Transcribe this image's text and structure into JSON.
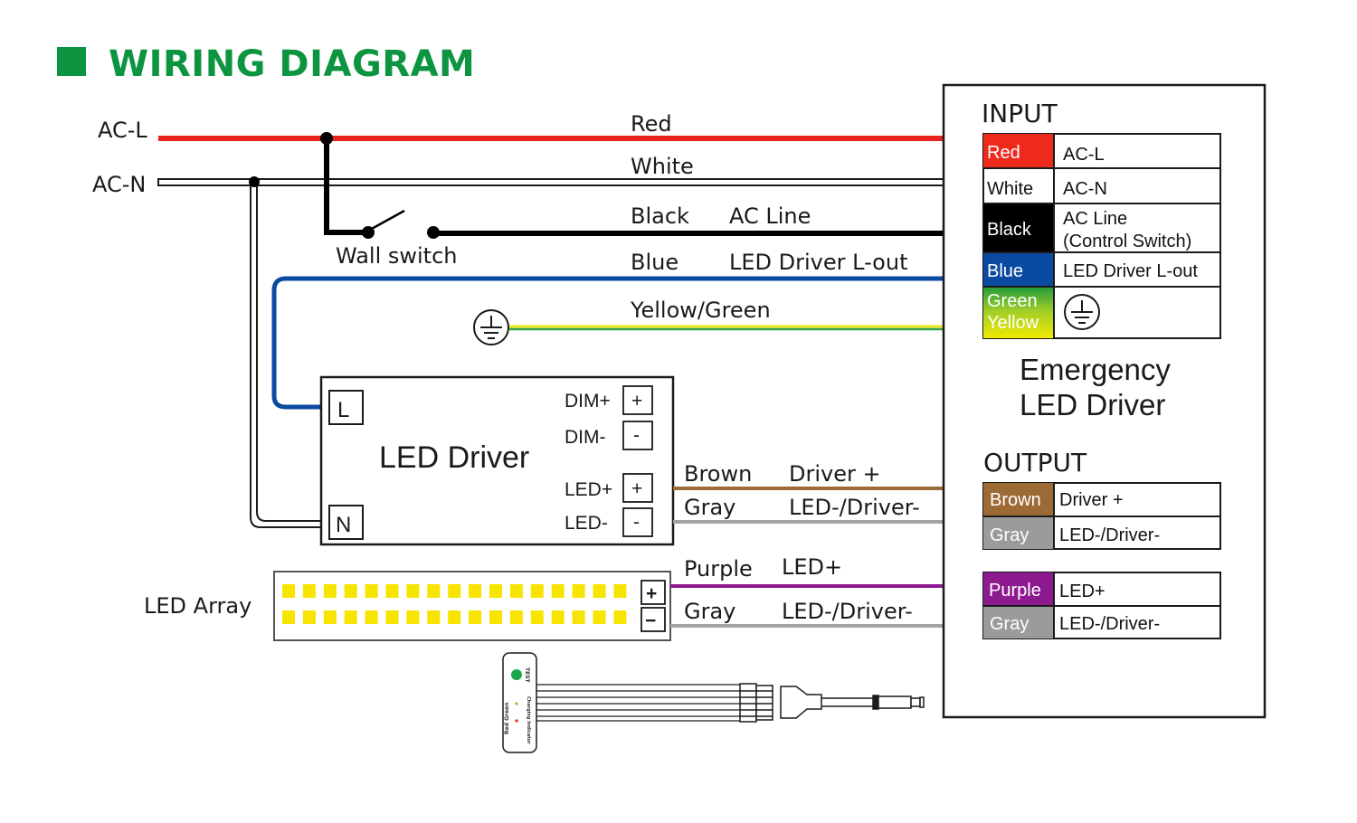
{
  "header": {
    "title": "WIRING DIAGRAM",
    "accent_color": "#0c9440"
  },
  "mains": {
    "ac_l_label": "AC-L",
    "ac_n_label": "AC-N",
    "wall_switch_label": "Wall switch"
  },
  "wires": {
    "red": {
      "color_name": "Red",
      "function": "",
      "hex": "#e8231f"
    },
    "white": {
      "color_name": "White",
      "function": "",
      "hex": "#ffffff"
    },
    "black": {
      "color_name": "Black",
      "function": "AC Line",
      "hex": "#000000"
    },
    "blue": {
      "color_name": "Blue",
      "function": "LED Driver L-out",
      "hex": "#0a4aa0"
    },
    "yellow_green": {
      "color_name": "Yellow/Green",
      "function": "",
      "hex_yellow": "#f0e61a",
      "hex_green": "#2ea24a"
    },
    "brown": {
      "color_name": "Brown",
      "function": "Driver +",
      "hex": "#9c6a35"
    },
    "gray_driver": {
      "color_name": "Gray",
      "function": "LED-/Driver-",
      "hex": "#a3a3a3"
    },
    "purple": {
      "color_name": "Purple",
      "function": "LED+",
      "hex": "#8d1b8f"
    },
    "gray_led": {
      "color_name": "Gray",
      "function": "LED-/Driver-",
      "hex": "#a3a3a3"
    }
  },
  "led_driver": {
    "title": "LED Driver",
    "terminal_l": "L",
    "terminal_n": "N",
    "dim_plus_label": "DIM+",
    "dim_minus_label": "DIM-",
    "led_plus_label": "LED+",
    "led_minus_label": "LED-",
    "plus_symbol": "+",
    "minus_symbol": "-"
  },
  "led_array": {
    "label": "LED Array",
    "leds_per_row": 17,
    "rows": 2,
    "led_color": "#f7e400",
    "plus_symbol": "+",
    "minus_symbol": "−"
  },
  "test_switch": {
    "test_label": "TEST",
    "indicator_labels": "Red  Green",
    "indicator_caption": "Charging Indicator",
    "led_color": "#1aa64a"
  },
  "emergency_driver": {
    "title_line1": "Emergency",
    "title_line2": "LED Driver",
    "input_heading": "INPUT",
    "output_heading": "OUTPUT",
    "input_rows": [
      {
        "color": "Red",
        "bg": "#ee2a1c",
        "function": "AC-L"
      },
      {
        "color": "White",
        "bg": "#ffffff",
        "function": "AC-N"
      },
      {
        "color": "Black",
        "bg": "#000000",
        "function_line1": "AC Line",
        "function_line2": "(Control Switch)"
      },
      {
        "color": "Blue",
        "bg": "#0a4aa0",
        "function": "LED Driver L-out"
      },
      {
        "color_line1": "Green",
        "color_line2": "Yellow",
        "bg_top": "#1f9a3a",
        "bg_bottom": "#f2ea00",
        "function_icon": "ground-icon"
      }
    ],
    "output_group_1": [
      {
        "color": "Brown",
        "bg": "#9c6a35",
        "function": "Driver +"
      },
      {
        "color": "Gray",
        "bg": "#9b9b9b",
        "function": "LED-/Driver-"
      }
    ],
    "output_group_2": [
      {
        "color": "Purple",
        "bg": "#8d1b8f",
        "function": "LED+"
      },
      {
        "color": "Gray",
        "bg": "#9b9b9b",
        "function": "LED-/Driver-"
      }
    ]
  }
}
